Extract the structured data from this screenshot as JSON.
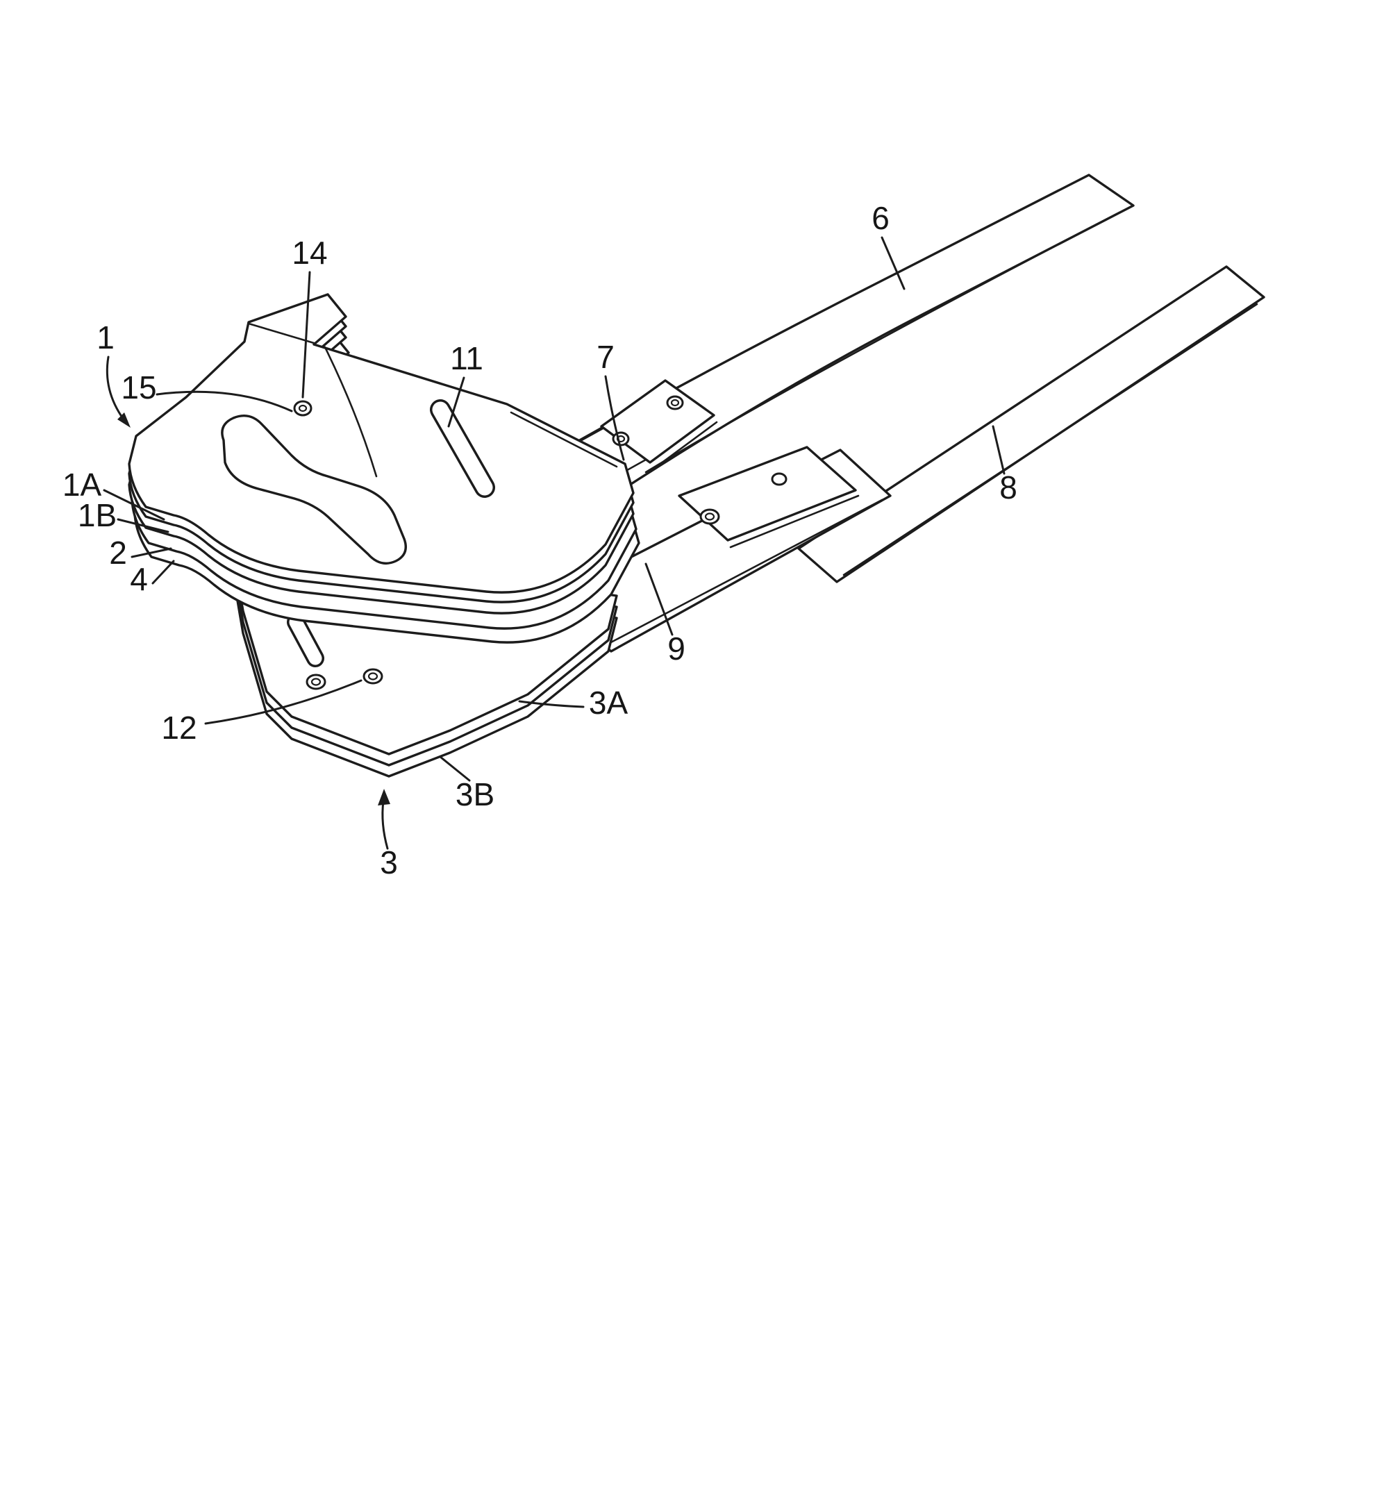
{
  "figure": {
    "kind": "patent-style line drawing, perspective view of layered sheet-metal tool head with two long handle arms",
    "background_color": "#ffffff",
    "line_color": "#1c1c1c",
    "reference_labels": [
      {
        "id": "ref-6",
        "text": "6"
      },
      {
        "id": "ref-14",
        "text": "14"
      },
      {
        "id": "ref-1",
        "text": "1"
      },
      {
        "id": "ref-11",
        "text": "11"
      },
      {
        "id": "ref-7",
        "text": "7"
      },
      {
        "id": "ref-15",
        "text": "15"
      },
      {
        "id": "ref-1A",
        "text": "1A"
      },
      {
        "id": "ref-1B",
        "text": "1B"
      },
      {
        "id": "ref-8",
        "text": "8"
      },
      {
        "id": "ref-2",
        "text": "2"
      },
      {
        "id": "ref-4",
        "text": "4"
      },
      {
        "id": "ref-9",
        "text": "9"
      },
      {
        "id": "ref-3A",
        "text": "3A"
      },
      {
        "id": "ref-12",
        "text": "12"
      },
      {
        "id": "ref-3B",
        "text": "3B"
      },
      {
        "id": "ref-3",
        "text": "3"
      }
    ]
  }
}
